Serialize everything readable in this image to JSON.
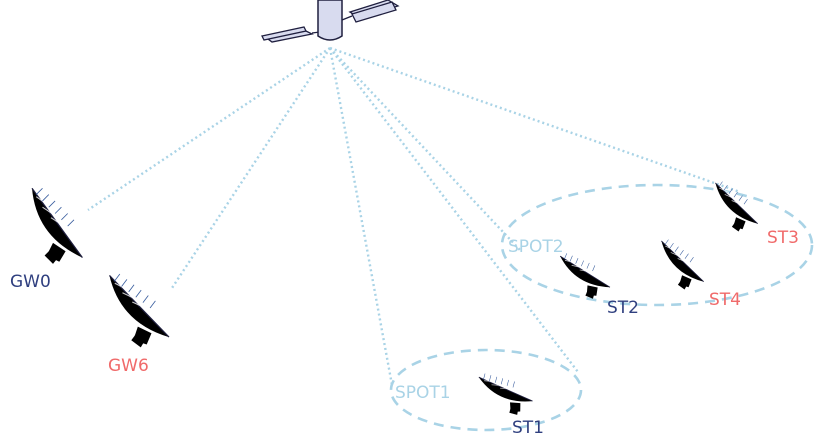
{
  "colors": {
    "navy": "#2f3f7f",
    "coral": "#f06a6a",
    "link": "#a9d3e6",
    "spot": "#a9d3e6",
    "satellite_fill": "#d8dbef",
    "satellite_stroke": "#1f1f3f"
  },
  "satellite": {
    "icon": "satellite-icon"
  },
  "gateways": [
    {
      "label": "GW0",
      "color": "navy",
      "icon": "dish-antenna-icon"
    },
    {
      "label": "GW6",
      "color": "coral",
      "icon": "dish-antenna-icon"
    }
  ],
  "spots": [
    {
      "label": "SPOT1"
    },
    {
      "label": "SPOT2"
    }
  ],
  "terminals": [
    {
      "label": "ST1",
      "color": "navy",
      "spot": "SPOT1",
      "icon": "dish-antenna-icon"
    },
    {
      "label": "ST2",
      "color": "navy",
      "spot": "SPOT2",
      "icon": "dish-antenna-icon"
    },
    {
      "label": "ST3",
      "color": "coral",
      "spot": "SPOT2",
      "icon": "dish-antenna-icon"
    },
    {
      "label": "ST4",
      "color": "coral",
      "spot": "SPOT2",
      "icon": "dish-antenna-icon"
    }
  ]
}
